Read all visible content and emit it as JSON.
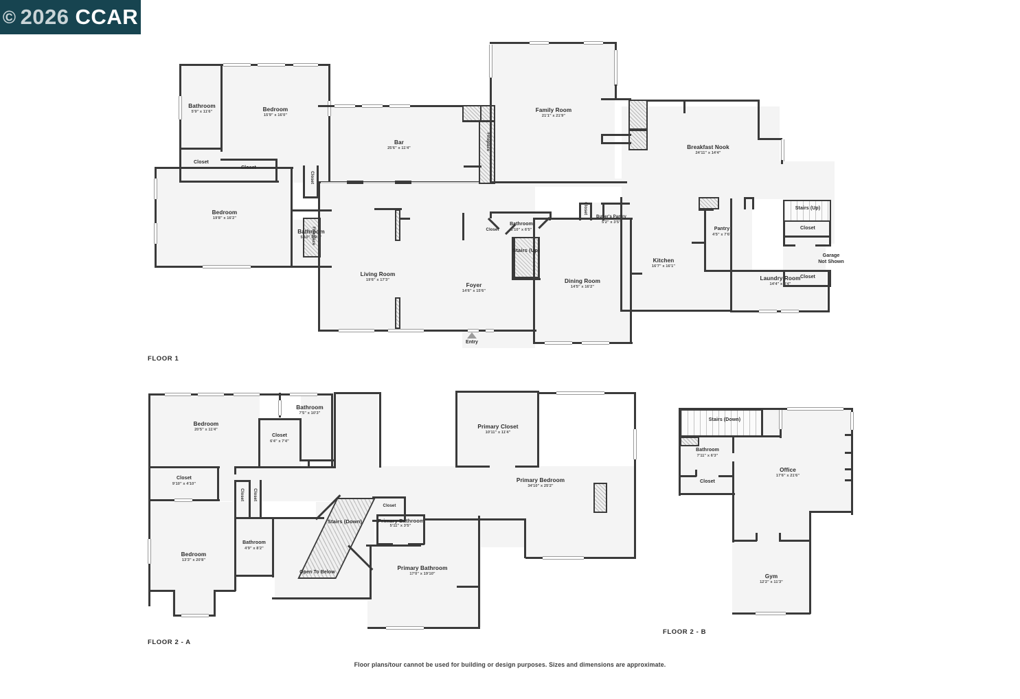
{
  "watermark": {
    "copyright": "©",
    "year": "2026",
    "brand": "CCAR"
  },
  "footer": {
    "disclaimer": "Floor plans/tour cannot be used for building or design purposes. Sizes and dimensions are approximate."
  },
  "floors": [
    {
      "id": "floor-1",
      "tag": "FLOOR 1",
      "entry": {
        "label": "Entry"
      },
      "notes": [
        {
          "name": "garage-note",
          "text": "Garage\nNot Shown",
          "line1": "Garage",
          "line2": "Not Shown"
        }
      ],
      "rooms": [
        {
          "name": "Bathroom",
          "dims": "5'9\" x 11'6\""
        },
        {
          "name": "Bedroom",
          "dims": "15'9\" x 16'0\""
        },
        {
          "name": "Closet",
          "dims": ""
        },
        {
          "name": "Closet",
          "dims": ""
        },
        {
          "name": "Closet",
          "dims": ""
        },
        {
          "name": "Bedroom",
          "dims": "19'8\" x 16'2\""
        },
        {
          "name": "Bathroom",
          "dims": "5'10\" x 9'0\""
        },
        {
          "name": "Fireplace",
          "dims": ""
        },
        {
          "name": "Bar",
          "dims": "25'6\" x 11'4\""
        },
        {
          "name": "Fireplace",
          "dims": ""
        },
        {
          "name": "Family Room",
          "dims": "21'1\" x 21'9\""
        },
        {
          "name": "Breakfast Nook",
          "dims": "24'11\" x 14'4\""
        },
        {
          "name": "Stairs (Up)",
          "dims": ""
        },
        {
          "name": "Closet",
          "dims": ""
        },
        {
          "name": "Closet",
          "dims": ""
        },
        {
          "name": "Pantry",
          "dims": "4'5\" x 7'6\""
        },
        {
          "name": "Kitchen",
          "dims": "16'7\" x 16'1\""
        },
        {
          "name": "Laundry Room",
          "dims": "14'4\" x 8'4\""
        },
        {
          "name": "Living Room",
          "dims": "19'6\" x 17'3\""
        },
        {
          "name": "Foyer",
          "dims": "14'6\" x 15'6\""
        },
        {
          "name": "Closet",
          "dims": ""
        },
        {
          "name": "Bathroom",
          "dims": "5'10\" x 6'5\""
        },
        {
          "name": "Stairs (Up)",
          "dims": ""
        },
        {
          "name": "Closet",
          "dims": ""
        },
        {
          "name": "Butler's Pantry",
          "dims": "5'2\" x 3'5\""
        },
        {
          "name": "Dining Room",
          "dims": "14'5\" x 16'2\""
        }
      ]
    },
    {
      "id": "floor-2-a",
      "tag": "FLOOR 2 - A",
      "rooms": [
        {
          "name": "Bedroom",
          "dims": "20'5\" x 11'4\""
        },
        {
          "name": "Bathroom",
          "dims": "7'5\" x 10'3\""
        },
        {
          "name": "Closet",
          "dims": "6'4\" x 7'4\""
        },
        {
          "name": "Closet",
          "dims": "9'10\" x 4'10\""
        },
        {
          "name": "Bedroom",
          "dims": "13'3\" x 20'8\""
        },
        {
          "name": "Bathroom",
          "dims": "4'9\" x 8'2\""
        },
        {
          "name": "Closet",
          "dims": ""
        },
        {
          "name": "Closet",
          "dims": ""
        },
        {
          "name": "Open To Below",
          "dims": ""
        },
        {
          "name": "Stairs (Down)",
          "dims": ""
        },
        {
          "name": "Closet",
          "dims": ""
        },
        {
          "name": "Primary Bathroom",
          "dims": "5'11\" x 3'5\""
        },
        {
          "name": "Primary Bathroom",
          "dims": "17'0\" x 19'10\""
        },
        {
          "name": "Primary Closet",
          "dims": "10'11\" x 11'4\""
        },
        {
          "name": "Primary Bedroom",
          "dims": "34'10\" x 25'2\""
        }
      ]
    },
    {
      "id": "floor-2-b",
      "tag": "FLOOR 2 - B",
      "rooms": [
        {
          "name": "Stairs (Down)",
          "dims": ""
        },
        {
          "name": "Bathroom",
          "dims": "7'11\" x 6'3\""
        },
        {
          "name": "Closet",
          "dims": ""
        },
        {
          "name": "Office",
          "dims": "17'6\" x 21'6\""
        },
        {
          "name": "Gym",
          "dims": "12'2\" x 11'3\""
        }
      ]
    }
  ],
  "colors": {
    "watermark_bg": "#174450",
    "wall": "#3a3a3a",
    "room_fill": "#f4f4f4",
    "page_bg": "#ffffff",
    "text": "#2b2b2b"
  }
}
